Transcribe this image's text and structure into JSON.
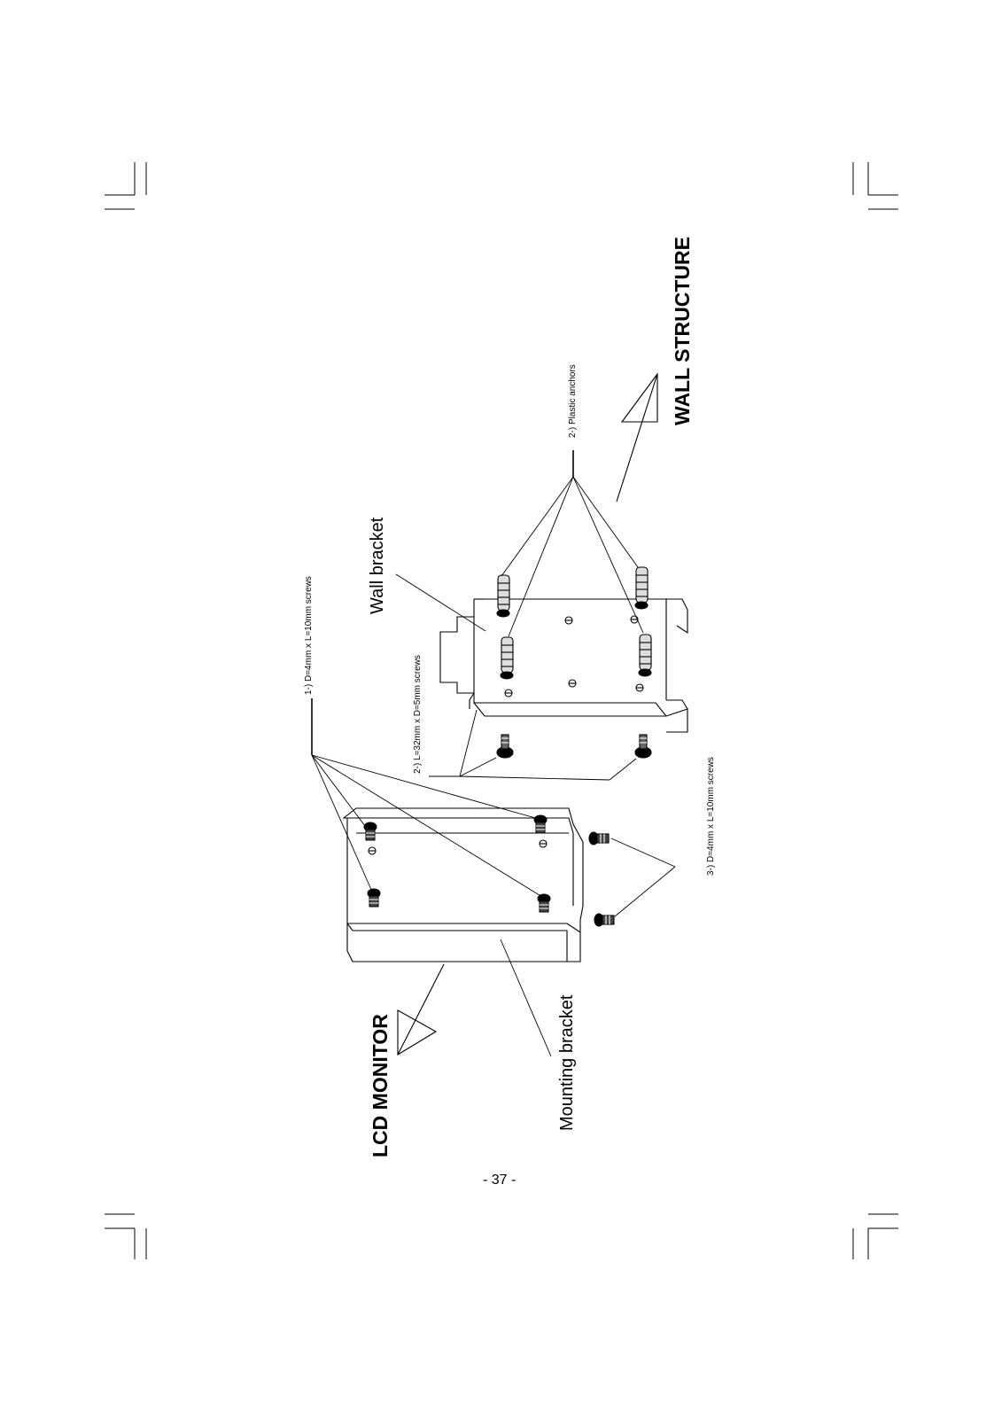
{
  "labels": {
    "lcd_monitor": "LCD MONITOR",
    "mounting_bracket": "Mounting bracket",
    "wall_bracket": "Wall bracket",
    "wall_structure": "WALL STRUCTURE",
    "screws_1": "1-) D=4mm x L=10mm screws",
    "screws_2": "2-) L=32mm x D=5mm screws",
    "anchors_2": "2-) Plastic anchors",
    "screws_3": "3-) D=4mm x L=10mm screws"
  },
  "page": {
    "number": "- 37 -"
  }
}
